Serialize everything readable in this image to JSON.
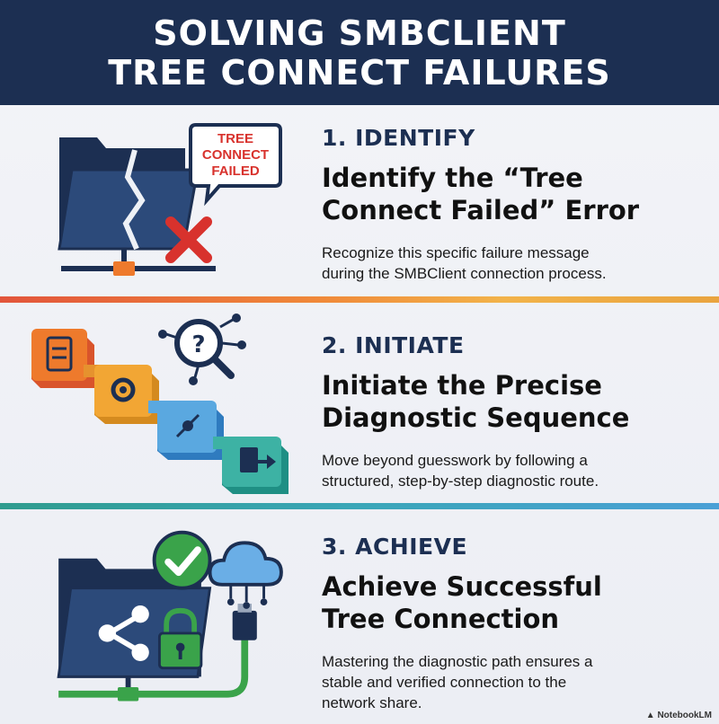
{
  "header": {
    "line1": "SOLVING SMBCLIENT",
    "line2": "TREE CONNECT FAILURES"
  },
  "steps": [
    {
      "number": "1. IDENTIFY",
      "title_line1": "Identify the “Tree",
      "title_line2": "Connect Failed” Error",
      "desc_line1": "Recognize this specific failure message",
      "desc_line2": "during the SMBClient connection process.",
      "bubble": [
        "TREE",
        "CONNECT",
        "FAILED"
      ]
    },
    {
      "number": "2. INITIATE",
      "title_line1": "Initiate the Precise",
      "title_line2": "Diagnostic Sequence",
      "desc_line1": "Move beyond guesswork by following a",
      "desc_line2": "structured, step-by-step diagnostic route."
    },
    {
      "number": "3. ACHIEVE",
      "title_line1": "Achieve Successful",
      "title_line2": "Tree Connection",
      "desc_line1": "Mastering the diagnostic path ensures a",
      "desc_line2": "stable and verified connection to the",
      "desc_line3": "network share."
    }
  ],
  "badge": "NotebookLM",
  "colors": {
    "navy": "#1c2f52",
    "error_red": "#d8322d",
    "orange": "#ee7a2c",
    "green": "#3aa34a",
    "blue": "#3c8fd6",
    "teal": "#2ba39a"
  }
}
